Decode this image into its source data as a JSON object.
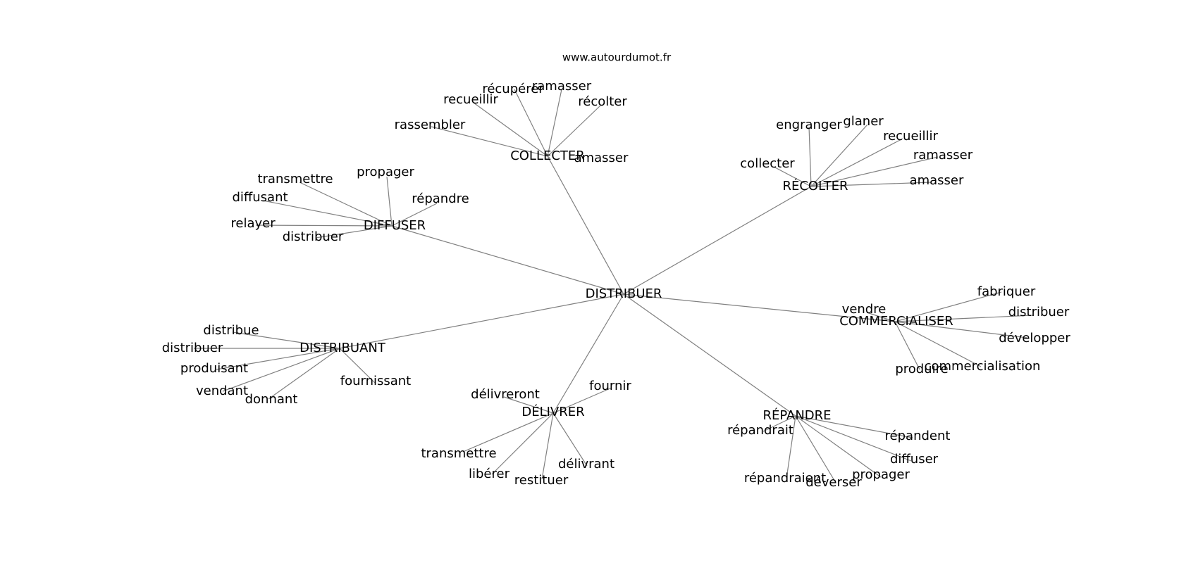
{
  "source": "www.autourdumot.fr",
  "graph": {
    "center": "DISTRIBUER",
    "line_color": "#808080",
    "text_color": "#000000",
    "hubs": [
      {
        "label": "COLLECTER",
        "leaves": [
          "récupérer",
          "ramasser",
          "recueillir",
          "récolter",
          "rassembler",
          "amasser"
        ]
      },
      {
        "label": "RÉCOLTER",
        "leaves": [
          "engranger",
          "glaner",
          "recueillir",
          "ramasser",
          "collecter",
          "amasser"
        ]
      },
      {
        "label": "DIFFUSER",
        "leaves": [
          "propager",
          "transmettre",
          "diffusant",
          "répandre",
          "relayer",
          "distribuer"
        ]
      },
      {
        "label": "COMMERCIALISER",
        "leaves": [
          "fabriquer",
          "vendre",
          "distribuer",
          "développer",
          "commercialisation",
          "produire"
        ]
      },
      {
        "label": "DISTRIBUANT",
        "leaves": [
          "distribue",
          "distribuer",
          "produisant",
          "fournissant",
          "vendant",
          "donnant"
        ]
      },
      {
        "label": "DÉLIVRER",
        "leaves": [
          "fournir",
          "délivreront",
          "transmettre",
          "délivrant",
          "libérer",
          "restituer"
        ]
      },
      {
        "label": "RÉPANDRE",
        "leaves": [
          "répandrait",
          "répandent",
          "diffuser",
          "propager",
          "répandraient",
          "déverser"
        ]
      }
    ]
  }
}
